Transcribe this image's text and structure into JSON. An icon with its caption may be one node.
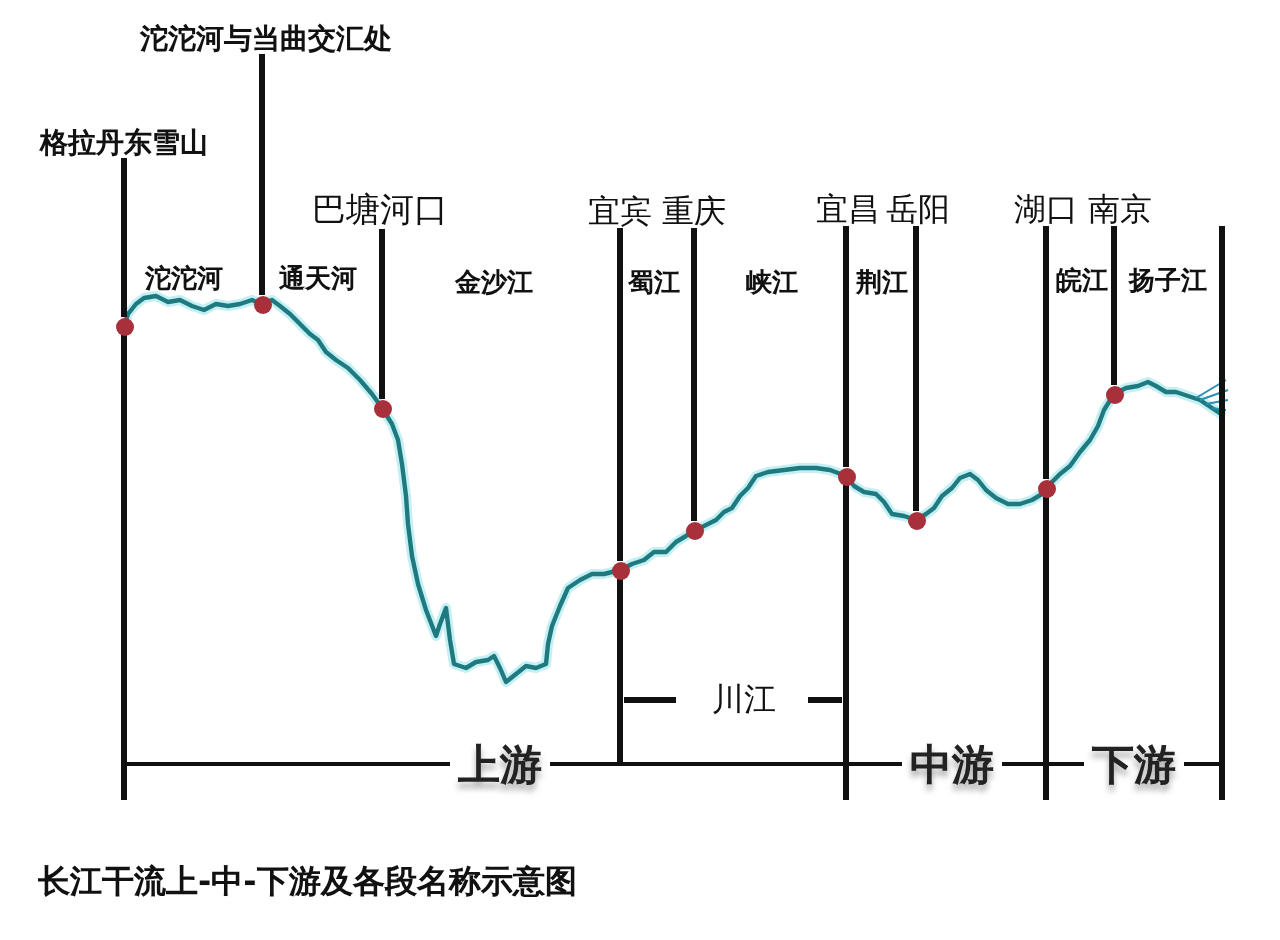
{
  "diagram": {
    "caption": "长江干流上-中-下游及各段名称示意图",
    "nodes": [
      {
        "text": [
          "格拉丹东雪山"
        ]
      },
      {
        "text": [],
        "shape": "circle"
      },
      {
        "text": [
          "沱沱河与当曲交汇处"
        ]
      },
      {
        "text": [],
        "shape": "circle"
      },
      {
        "text": [
          "巴塘河口"
        ]
      },
      {
        "text": [],
        "shape": "circle"
      },
      {
        "text": [
          "宜宾"
        ]
      },
      {
        "text": [],
        "shape": "circle"
      },
      {
        "text": [
          "重庆"
        ]
      },
      {
        "text": [],
        "shape": "circle"
      },
      {
        "text": [
          "宜昌"
        ]
      },
      {
        "text": [],
        "shape": "circle"
      },
      {
        "text": [
          "岳阳"
        ]
      },
      {
        "text": [],
        "shape": "circle"
      },
      {
        "text": [
          "湖口"
        ]
      },
      {
        "text": [],
        "shape": "circle"
      },
      {
        "text": [
          "南京"
        ]
      },
      {
        "text": [],
        "shape": "circle"
      }
    ],
    "edges": [
      {
        "from": 0,
        "to": 1,
        "arrow": "none"
      },
      {
        "from": 2,
        "to": 3,
        "arrow": "none"
      },
      {
        "from": 4,
        "to": 5,
        "arrow": "none"
      },
      {
        "from": 6,
        "to": 7,
        "arrow": "none"
      },
      {
        "from": 8,
        "to": 9,
        "arrow": "none"
      },
      {
        "from": 10,
        "to": 11,
        "arrow": "none"
      },
      {
        "from": 12,
        "to": 13,
        "arrow": "none"
      },
      {
        "from": 14,
        "to": 15,
        "arrow": "none"
      },
      {
        "from": 16,
        "to": 17,
        "arrow": "none"
      }
    ],
    "labels": [
      "沱沱河",
      "通天河",
      "金沙江",
      "蜀江",
      "峡江",
      "荆江",
      "皖江",
      "扬子江",
      "川江",
      "上游",
      "中游",
      "下游"
    ]
  }
}
